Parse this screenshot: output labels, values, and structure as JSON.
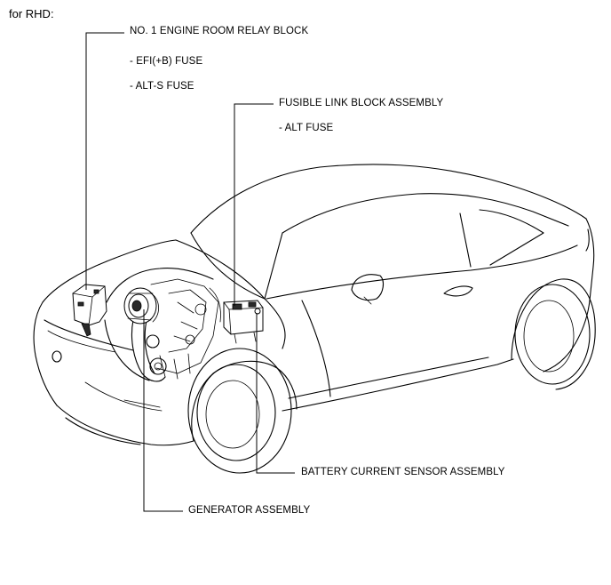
{
  "page": {
    "heading": "for RHD:"
  },
  "callouts": {
    "relay_block": {
      "title": "NO. 1 ENGINE ROOM RELAY BLOCK",
      "items": [
        "- EFI(+B) FUSE",
        "- ALT-S FUSE"
      ]
    },
    "fusible_link": {
      "title": "FUSIBLE LINK BLOCK ASSEMBLY",
      "items": [
        "- ALT FUSE"
      ]
    },
    "battery_sensor": {
      "title": "BATTERY CURRENT SENSOR ASSEMBLY"
    },
    "generator": {
      "title": "GENERATOR ASSEMBLY"
    }
  },
  "colors": {
    "line": "#000000",
    "background": "#ffffff"
  }
}
